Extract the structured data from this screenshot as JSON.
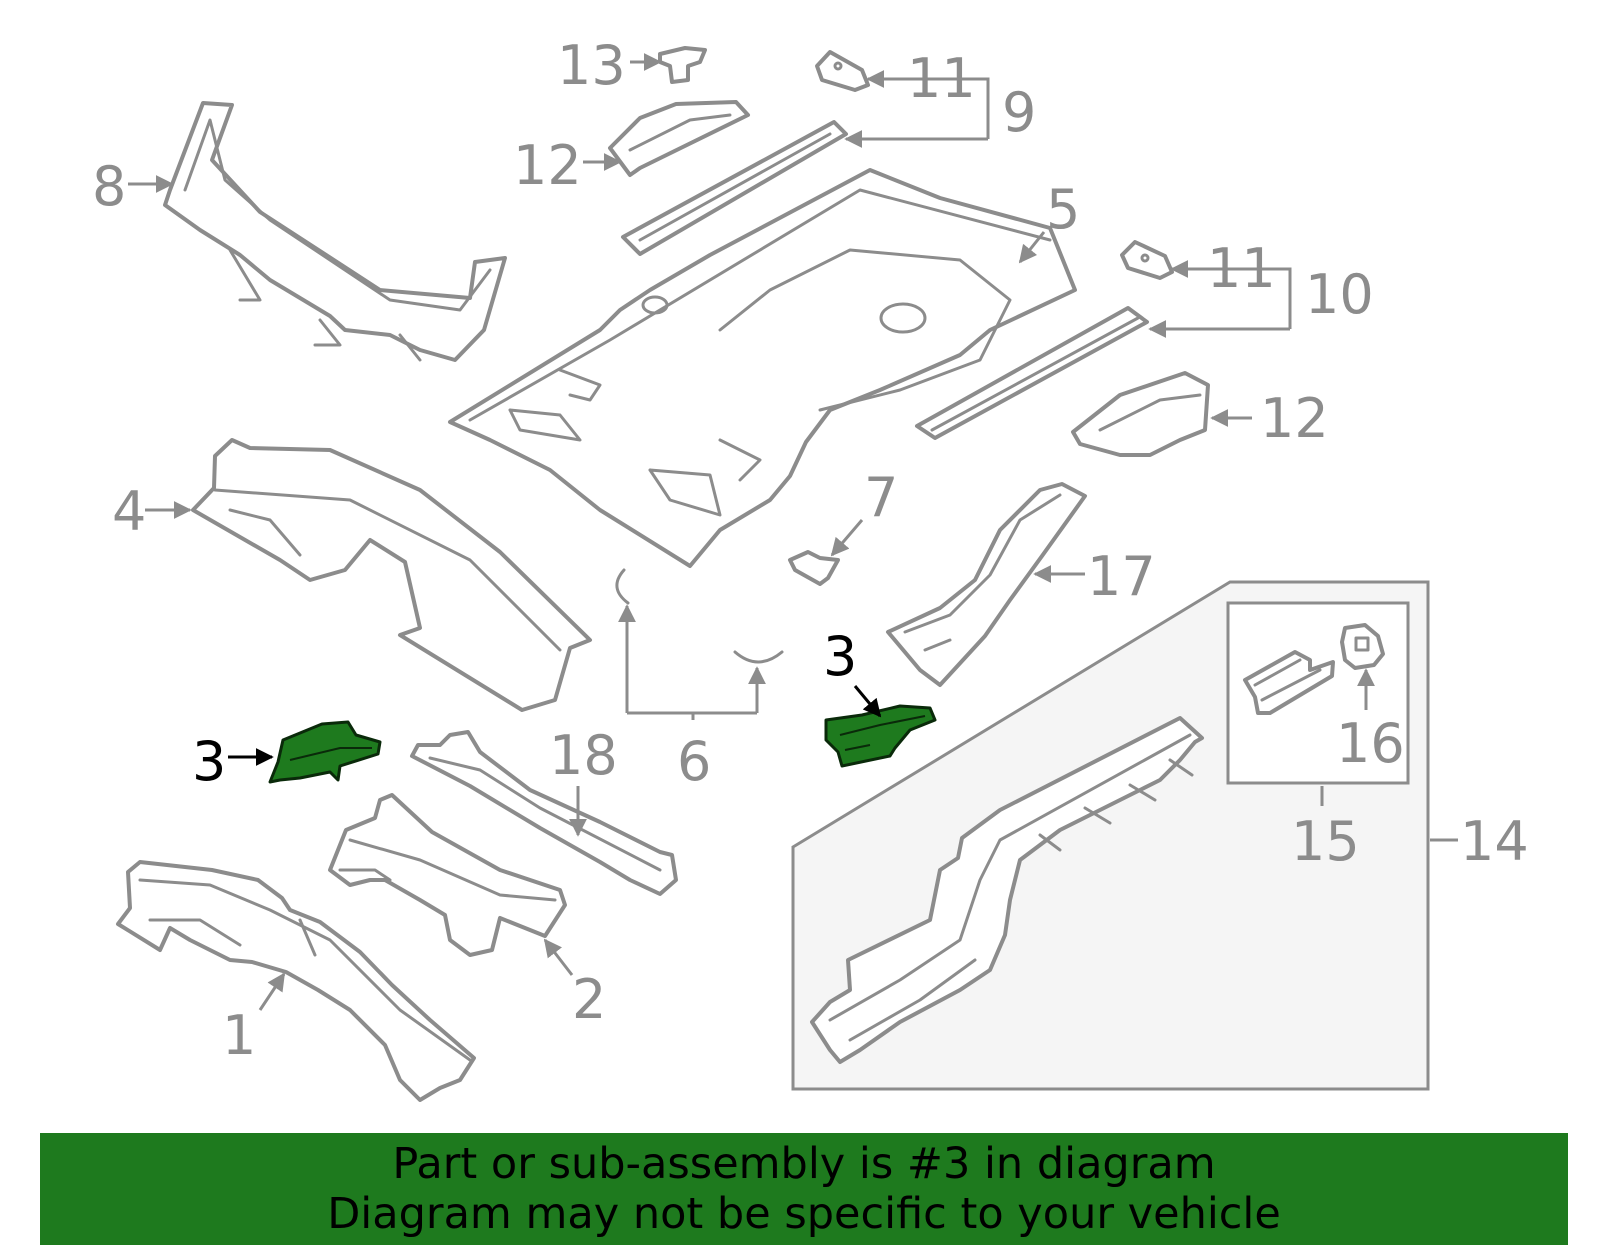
{
  "callouts": {
    "c1": "1",
    "c2": "2",
    "c3a": "3",
    "c3b": "3",
    "c4": "4",
    "c5": "5",
    "c6": "6",
    "c7": "7",
    "c8": "8",
    "c9": "9",
    "c10": "10",
    "c11a": "11",
    "c11b": "11",
    "c12a": "12",
    "c12b": "12",
    "c13": "13",
    "c14": "14",
    "c15": "15",
    "c16": "16",
    "c17": "17",
    "c18": "18"
  },
  "highlighted_part": "3",
  "colors": {
    "highlight": "#1e7a1e",
    "line": "#8c8c8c",
    "inset_bg": "#f5f5f5"
  },
  "banner": {
    "line1": "Part or sub-assembly is #3 in diagram",
    "line2": "Diagram may not be specific to your vehicle"
  }
}
